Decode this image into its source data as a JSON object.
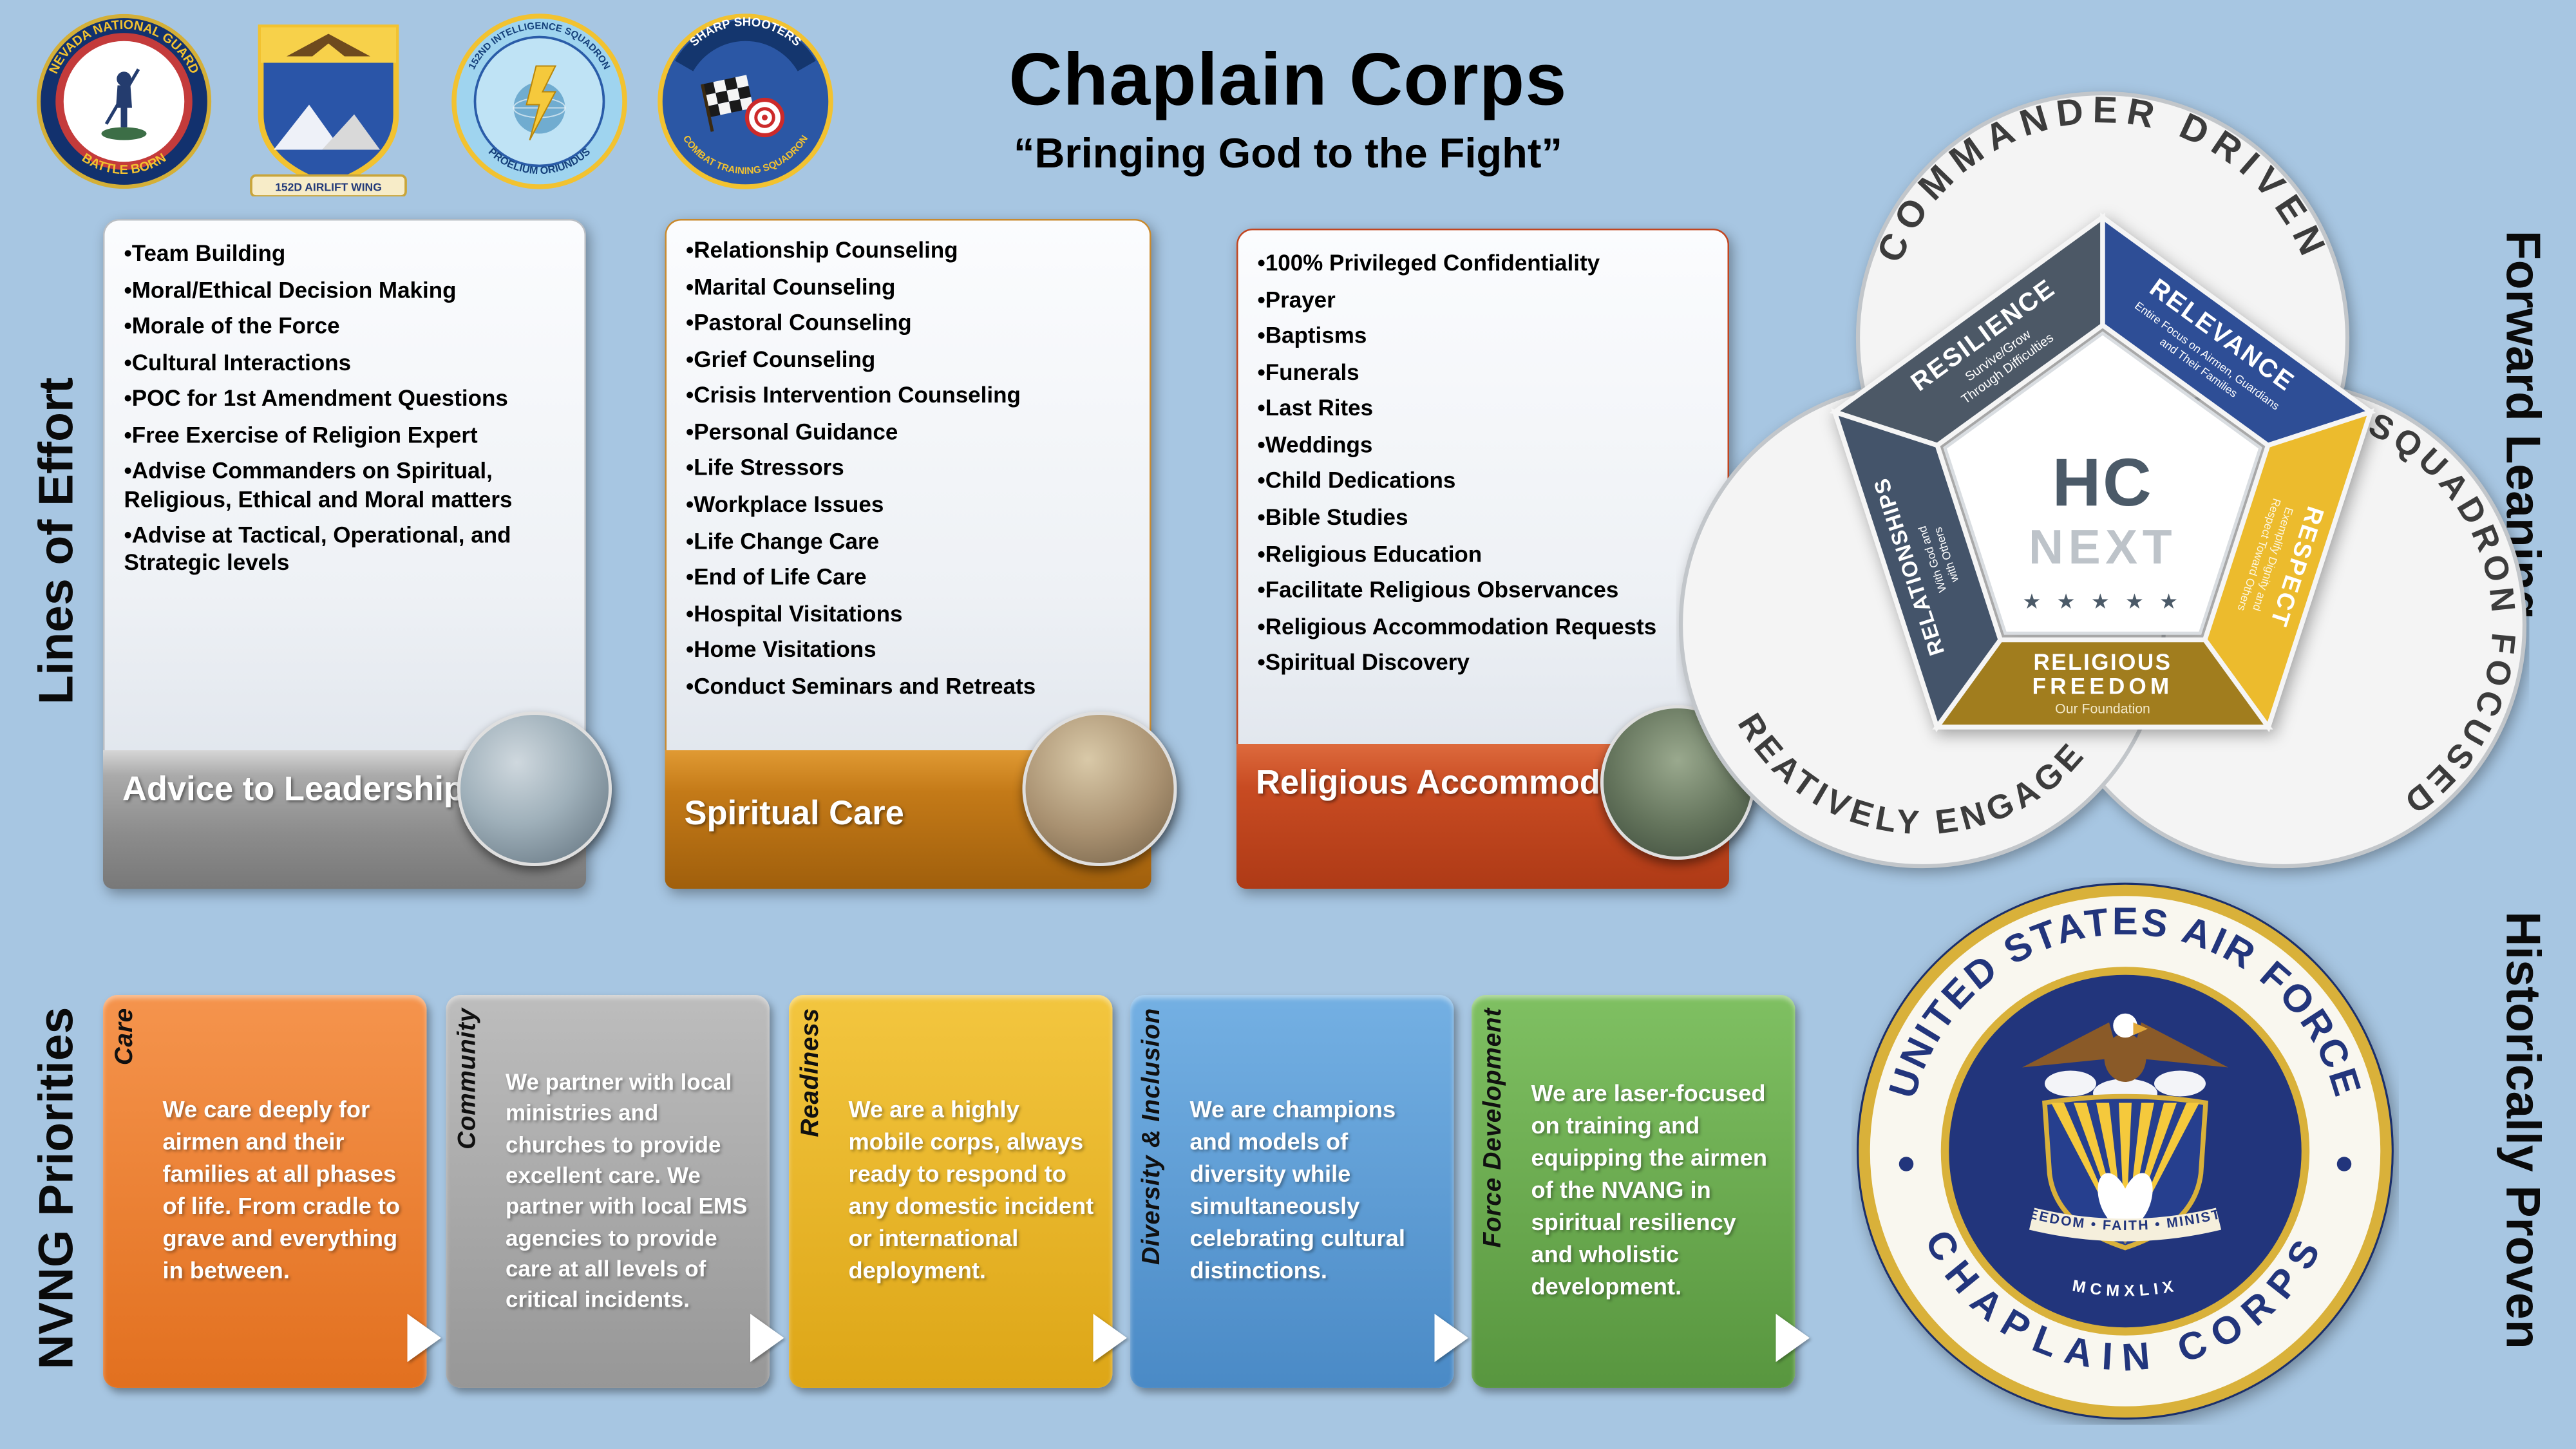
{
  "page": {
    "title": "Chaplain Corps",
    "subtitle": "“Bringing God to the Fight”"
  },
  "side_labels": {
    "left_top": "Lines of Effort",
    "left_bottom": "NVNG Priorities",
    "right_top": "Forward Leaning",
    "right_bottom": "Historically Proven"
  },
  "badges": [
    {
      "arc_top": "NEVADA NATIONAL GUARD",
      "arc_bottom": "BATTLE BORN"
    },
    {
      "banner": "152D AIRLIFT WING"
    },
    {
      "arc_top": "152ND INTELLIGENCE SQUADRON",
      "arc_bottom": "PROELIUM ORIUNDUS"
    },
    {
      "arc_top": "SHARP SHOOTERS",
      "arc_bottom": "COMBAT TRAINING SQUADRON"
    }
  ],
  "lines_of_effort": {
    "cards": [
      {
        "title": "Advice to Leadership",
        "color": "#8f8f8f",
        "items": [
          "Team Building",
          "Moral/Ethical  Decision Making",
          "Morale of the Force",
          "Cultural Interactions",
          "POC for 1st Amendment Questions",
          "Free Exercise of Religion Expert",
          "Advise Commanders on Spiritual, Religious, Ethical and Moral matters",
          "Advise at Tactical, Operational, and Strategic levels"
        ]
      },
      {
        "title": "Spiritual Care",
        "color": "#b06a10",
        "items": [
          "Relationship Counseling",
          "Marital Counseling",
          "Pastoral Counseling",
          "Grief Counseling",
          "Crisis Intervention Counseling",
          "Personal Guidance",
          "Life Stressors",
          "Workplace Issues",
          "Life Change Care",
          "End of Life Care",
          "Hospital Visitations",
          "Home Visitations",
          "Conduct Seminars and Retreats"
        ]
      },
      {
        "title": "Religious Accommodation",
        "color": "#c2451f",
        "items": [
          "100% Privileged Confidentiality",
          "Prayer",
          "Baptisms",
          "Funerals",
          "Last Rites",
          "Weddings",
          "Child Dedications",
          "Bible Studies",
          "Religious Education",
          "Facilitate Religious Observances",
          "Religious Accommodation Requests",
          "Spiritual Discovery"
        ]
      }
    ]
  },
  "hc_next": {
    "center_top": "HC",
    "center_bottom": "NEXT",
    "stars": "★ ★ ★ ★ ★",
    "rings": {
      "top": "COMMANDER DRIVEN",
      "right": "SQUADRON FOCUSED",
      "left": "CREATIVELY ENGAGED"
    },
    "segments": {
      "resilience": {
        "label": "RESILIENCE",
        "desc1": "Survive/Grow",
        "desc2": "Through Difficulties",
        "color": "#4c5866"
      },
      "relevance": {
        "label": "RELEVANCE",
        "desc1": "Entire Focus on Airmen, Guardians",
        "desc2": "and Their Families",
        "color": "#2e4e96"
      },
      "respect": {
        "label": "RESPECT",
        "desc1": "Exemplify Dignity and",
        "desc2": "Respect Toward Others",
        "color": "#ecbb2d"
      },
      "relationships": {
        "label": "RELATIONSHIPS",
        "desc1": "With God and",
        "desc2": "with Others",
        "color": "#44546a"
      },
      "religious_freedom": {
        "line1": "RELIGIOUS",
        "line2": "FREEDOM",
        "line3": "Our Foundation",
        "color": "#a17d1e"
      }
    }
  },
  "priorities": {
    "items": [
      {
        "label": "Care",
        "color": "#ed7d31",
        "text": "We care deeply for airmen and their families at all phases of life. From cradle to grave and everything in between."
      },
      {
        "label": "Community",
        "color": "#a6a6a6",
        "text": "We partner with local ministries and churches to provide excellent care. We partner with local EMS agencies to provide care at all levels of critical incidents."
      },
      {
        "label": "Readiness",
        "color": "#e9b52a",
        "text": "We are a highly mobile corps, always ready to respond to any domestic incident or international deployment."
      },
      {
        "label": "Diversity & Inclusion",
        "color": "#5b9bd5",
        "text": "We are champions and models of diversity while simultaneously celebrating cultural distinctions."
      },
      {
        "label": "Force Development",
        "color": "#6aa84f",
        "text": "We are laser-focused on training and equipping the airmen of the NVANG in spiritual resiliency and wholistic development."
      }
    ]
  },
  "seal": {
    "arc_top": "UNITED STATES AIR FORCE",
    "arc_bottom": "CHAPLAIN CORPS",
    "banner": "FREEDOM • FAITH • MINISTRY",
    "year": "MCMXLIX"
  }
}
